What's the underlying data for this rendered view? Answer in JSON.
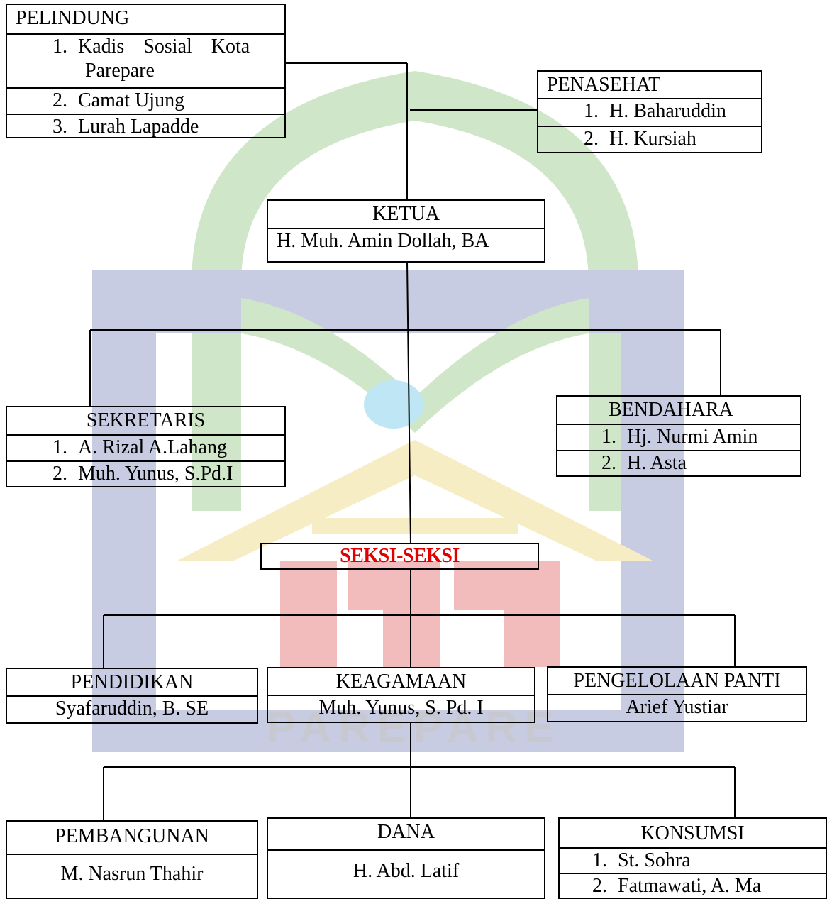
{
  "watermark": {
    "text": "PAREPARE",
    "colors": {
      "green": "#cfe6c8",
      "blue": "#c8cce2",
      "red": "#f2bcbc",
      "yellow": "#f6edc4",
      "cyan": "#bfe6f4"
    }
  },
  "pelindung": {
    "title": "PELINDUNG",
    "items": [
      {
        "num": "1.",
        "name": "Kadis Sosial Kota",
        "name2": "Parepare"
      },
      {
        "num": "2.",
        "name": "Camat Ujung"
      },
      {
        "num": "3.",
        "name": "Lurah Lapadde"
      }
    ]
  },
  "penasehat": {
    "title": "PENASEHAT",
    "items": [
      {
        "num": "1.",
        "name": "H. Baharuddin"
      },
      {
        "num": "2.",
        "name": "H. Kursiah"
      }
    ]
  },
  "ketua": {
    "title": "KETUA",
    "name": "H. Muh. Amin Dollah, BA"
  },
  "sekretaris": {
    "title": "SEKRETARIS",
    "items": [
      {
        "num": "1.",
        "name": "A. Rizal A.Lahang"
      },
      {
        "num": "2.",
        "name": "Muh. Yunus, S.Pd.I"
      }
    ]
  },
  "bendahara": {
    "title": "BENDAHARA",
    "items": [
      {
        "num": "1.",
        "name": "Hj. Nurmi Amin"
      },
      {
        "num": "2.",
        "name": "H. Asta"
      }
    ]
  },
  "seksi": {
    "title": "SEKSI-SEKSI"
  },
  "pendidikan": {
    "title": "PENDIDIKAN",
    "name": "Syafaruddin, B. SE"
  },
  "keagamaan": {
    "title": "KEAGAMAAN",
    "name": "Muh. Yunus, S. Pd. I"
  },
  "pengelolaan": {
    "title": "PENGELOLAAN PANTI",
    "name": "Arief Yustiar"
  },
  "pembangunan": {
    "title": "PEMBANGUNAN",
    "name": "M. Nasrun Thahir"
  },
  "dana": {
    "title": "DANA",
    "name": "H. Abd. Latif"
  },
  "konsumsi": {
    "title": "KONSUMSI",
    "items": [
      {
        "num": "1.",
        "name": "St. Sohra"
      },
      {
        "num": "2.",
        "name": "Fatmawati, A. Ma"
      }
    ]
  }
}
